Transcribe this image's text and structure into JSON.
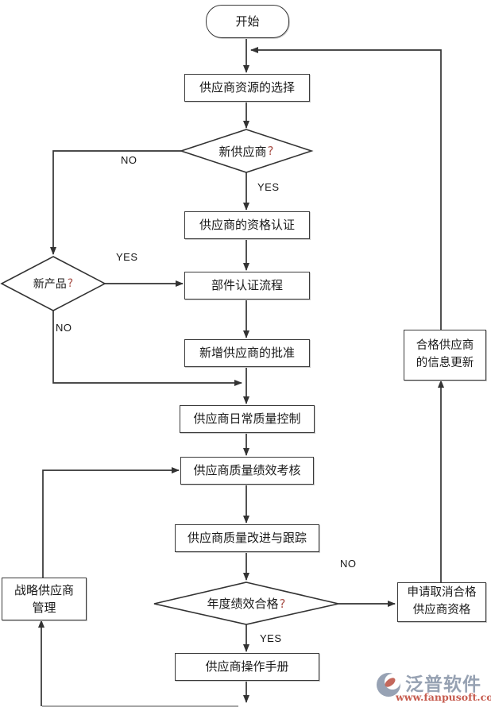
{
  "colors": {
    "line-color": "#333333",
    "box-border": "#3a3a3a",
    "gray-line": "#9a9a9a",
    "qmark": "#a8524a",
    "brand-color": "#96a1b2",
    "url-color": "#c65b4e"
  },
  "flowchart": {
    "nodes": {
      "start": "开始",
      "select_resources": "供应商资源的选择",
      "supplier_qualification": "供应商的资格认证",
      "component_certification": "部件认证流程",
      "new_supplier_approval": "新增供应商的批准",
      "daily_quality_control": "供应商日常质量控制",
      "performance_assessment": "供应商质量绩效考核",
      "quality_improvement": "供应商质量改进与跟踪",
      "operation_manual": "供应商操作手册",
      "strategic_management": "战略供应商\n管理",
      "qualified_info_update": "合格供应商\n的信息更新",
      "cancel_qualification": "申请取消合格\n供应商资格"
    },
    "decisions": {
      "new_supplier": {
        "text": "新供应商",
        "mark": "?"
      },
      "new_product": {
        "text": "新产品",
        "mark": "?"
      },
      "annual_performance": {
        "text": "年度绩效合格",
        "mark": "?"
      }
    },
    "edge_labels": {
      "new_supplier_no": "NO",
      "new_supplier_yes": "YES",
      "new_product_yes": "YES",
      "new_product_no": "NO",
      "annual_no": "NO",
      "annual_yes": "YES"
    }
  },
  "watermark": {
    "brand": "泛普软件",
    "url": "www.fanpusoft.com"
  }
}
